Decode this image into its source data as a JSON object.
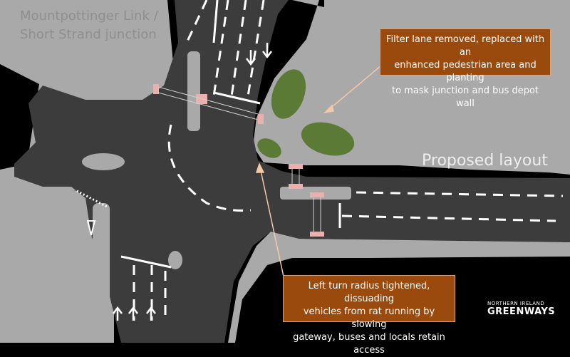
{
  "title_lines": [
    "Mountpottinger Link  /",
    "Short Strand junction"
  ],
  "callout_top": {
    "lines": [
      "Filter lane removed, replaced with an",
      "enhanced pedestrian area and planting",
      "to mask junction and bus depot wall"
    ]
  },
  "callout_bottom": {
    "lines": [
      "Left turn radius tightened, dissuading",
      "vehicles from rat running by slowing",
      "gateway, buses and locals retain access"
    ]
  },
  "proposed_label": "Proposed layout",
  "brand": {
    "top": "NORTHERN IRELAND",
    "main": "GREENWAYS"
  },
  "colors": {
    "background": "#000000",
    "pavement": "#a9a9a9",
    "road": "#3c3c3c",
    "planting": "#5b7a36",
    "crossing_pink": "#e9b0ae",
    "callout_fill": "#9a4a0d",
    "callout_border": "#d9a07a",
    "arrow": "#f3c7a8"
  }
}
